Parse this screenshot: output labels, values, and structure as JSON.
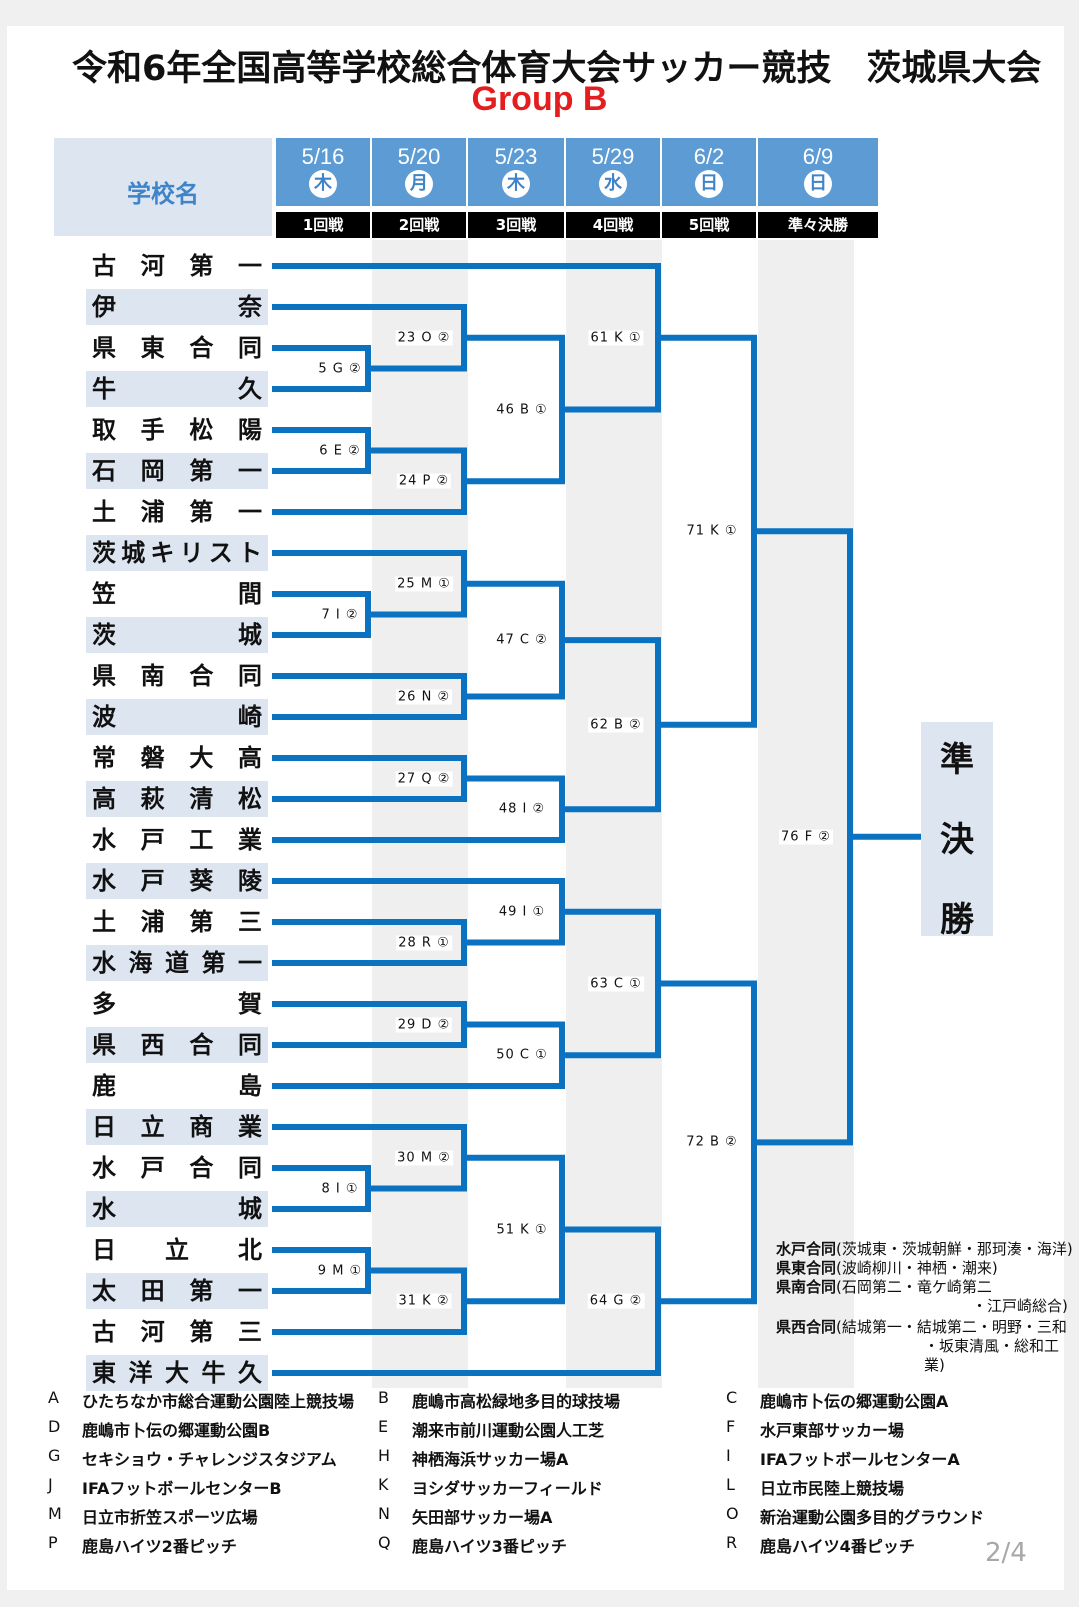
{
  "title": "令和6年全国高等学校総合体育大会サッカー競技　茨城県大会",
  "subtitle": "Group B",
  "header": {
    "school_label": "学校名",
    "days": [
      {
        "date": "5/16",
        "weekday": "木",
        "round": "1回戦"
      },
      {
        "date": "5/20",
        "weekday": "月",
        "round": "2回戦"
      },
      {
        "date": "5/23",
        "weekday": "木",
        "round": "3回戦"
      },
      {
        "date": "5/29",
        "weekday": "水",
        "round": "4回戦"
      },
      {
        "date": "6/2",
        "weekday": "日",
        "round": "5回戦"
      },
      {
        "date": "6/9",
        "weekday": "日",
        "round": "準々決勝"
      }
    ]
  },
  "schools": [
    "古河第一",
    "伊奈",
    "県東合同",
    "牛久",
    "取手松陽",
    "石岡第一",
    "土浦第一",
    "茨城キリスト",
    "笠間",
    "茨城",
    "県南合同",
    "波崎",
    "常磐大高",
    "高萩清松",
    "水戸工業",
    "水戸葵陵",
    "土浦第三",
    "水海道第一",
    "多賀",
    "県西合同",
    "鹿島",
    "日立商業",
    "水戸合同",
    "水城",
    "日立北",
    "太田第一",
    "古河第三",
    "東洋大牛久"
  ],
  "matches": {
    "m5": "5 G ②",
    "m6": "6 E ②",
    "m7": "7 I ②",
    "m8": "8 I ①",
    "m9": "9 M ①",
    "m23": "23 O ②",
    "m24": "24 P ②",
    "m25": "25 M ①",
    "m26": "26 N ②",
    "m27": "27 Q ②",
    "m28": "28 R ①",
    "m29": "29 D ②",
    "m30": "30 M ②",
    "m31": "31 K ②",
    "m46": "46 B ①",
    "m47": "47 C ②",
    "m48": "48 I ②",
    "m49": "49 I ①",
    "m50": "50 C ①",
    "m51": "51 K ①",
    "m61": "61 K ①",
    "m62": "62 B ②",
    "m63": "63 C ①",
    "m64": "64 G ②",
    "m71": "71 K ①",
    "m72": "72 B ②",
    "m76": "76 F ②"
  },
  "final_label": [
    "準",
    "決",
    "勝"
  ],
  "notes": [
    {
      "name": "水戸合同",
      "detail": "(茨城東・茨城朝鮮・那珂湊・海洋)"
    },
    {
      "name": "県東合同",
      "detail": "(波崎柳川・神栖・潮来)"
    },
    {
      "name": "県南合同",
      "detail": "(石岡第二・竜ケ崎第二"
    },
    {
      "name": "",
      "detail": "・江戸崎総合)"
    },
    {
      "name": "県西合同",
      "detail": "(結城第一・結城第二・明野・三和"
    },
    {
      "name": "",
      "detail": "・坂東清風・総和工業)"
    }
  ],
  "venues": [
    {
      "code": "A",
      "name": "ひたちなか市総合運動公園陸上競技場"
    },
    {
      "code": "B",
      "name": "鹿嶋市高松緑地多目的球技場"
    },
    {
      "code": "C",
      "name": "鹿嶋市卜伝の郷運動公園A"
    },
    {
      "code": "D",
      "name": "鹿嶋市卜伝の郷運動公園B"
    },
    {
      "code": "E",
      "name": "潮来市前川運動公園人工芝"
    },
    {
      "code": "F",
      "name": "水戸東部サッカー場"
    },
    {
      "code": "G",
      "name": "セキショウ・チャレンジスタジアム"
    },
    {
      "code": "H",
      "name": "神栖海浜サッカー場A"
    },
    {
      "code": "I",
      "name": "IFAフットボールセンターA"
    },
    {
      "code": "J",
      "name": "IFAフットボールセンターB"
    },
    {
      "code": "K",
      "name": "ヨシダサッカーフィールド"
    },
    {
      "code": "L",
      "name": "日立市民陸上競技場"
    },
    {
      "code": "M",
      "name": "日立市折笠スポーツ広場"
    },
    {
      "code": "N",
      "name": "矢田部サッカー場A"
    },
    {
      "code": "O",
      "name": "新治運動公園多目的グラウンド"
    },
    {
      "code": "P",
      "name": "鹿島ハイツ2番ピッチ"
    },
    {
      "code": "Q",
      "name": "鹿島ハイツ3番ピッチ"
    },
    {
      "code": "R",
      "name": "鹿島ハイツ4番ピッチ"
    }
  ],
  "page_number": "2/4",
  "colors": {
    "line": "#0a72c1",
    "header": "#5c9bd4",
    "row": "#dde5f1",
    "title_accent": "#e41e1e"
  }
}
